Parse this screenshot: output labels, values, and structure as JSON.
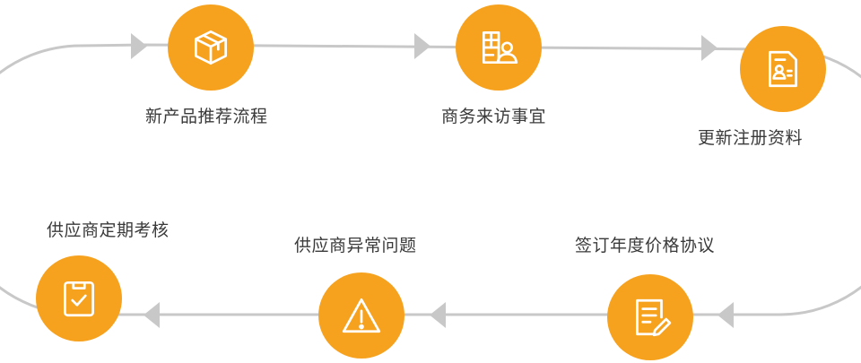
{
  "accent_color": "#F7A21E",
  "track_color": "#C8C8C8",
  "steps": [
    {
      "label": "新产品推荐流程",
      "icon": "cube-icon"
    },
    {
      "label": "商务来访事宜",
      "icon": "visitor-icon"
    },
    {
      "label": "更新注册资料",
      "icon": "id-document-icon"
    },
    {
      "label": "签订年度价格协议",
      "icon": "sign-document-icon"
    },
    {
      "label": "供应商异常问题",
      "icon": "warning-icon"
    },
    {
      "label": "供应商定期考核",
      "icon": "clipboard-check-icon"
    }
  ]
}
